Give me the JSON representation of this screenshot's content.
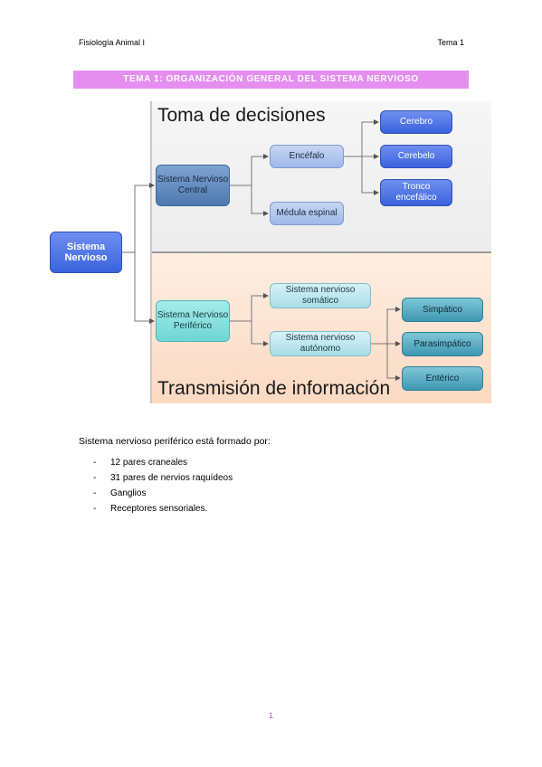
{
  "header": {
    "left": "Fisiología Animal I",
    "right": "Tema 1"
  },
  "title": "TEMA 1: ORGANIZACIÓN GENERAL DEL SISTEMA NERVIOSO",
  "diagram": {
    "zone_top_label": "Toma de decisiones",
    "zone_bottom_label": "Transmisión de información",
    "root": "Sistema Nervioso",
    "central": "Sistema Nervioso Central",
    "encefalo": "Encéfalo",
    "medula": "Médula espinal",
    "cerebro": "Cerebro",
    "cerebelo": "Cerebelo",
    "tronco": "Tronco encefálico",
    "periferico": "Sistema Nervioso Periférico",
    "somatico": "Sistema nervioso somático",
    "autonomo": "Sistema nervioso autónomo",
    "simpatico": "Simpático",
    "parasimpatico": "Parasimpático",
    "enterico": "Entérico"
  },
  "body": {
    "intro": "Sistema nervioso periférico está formado por:",
    "items": [
      "12 pares craneales",
      "31 pares de nervios raquídeos",
      "Ganglios",
      "Receptores sensoriales."
    ],
    "bullet": "-"
  },
  "page_number": "1",
  "colors": {
    "title_bar": "#e58ef0",
    "page_number": "#c15cc7"
  }
}
